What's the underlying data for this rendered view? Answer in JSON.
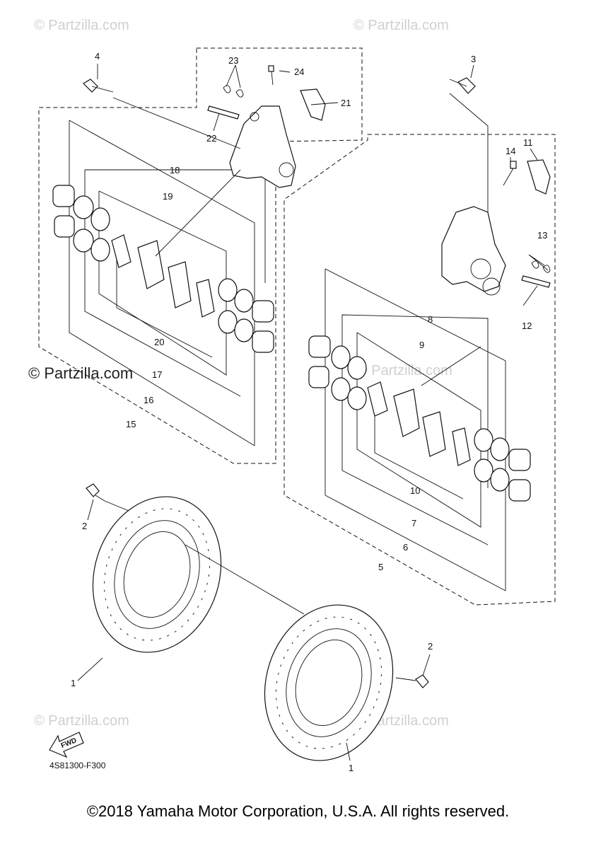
{
  "watermarks": {
    "top_left": "© Partzilla.com",
    "top_right": "© Partzilla.com",
    "middle_left": "© Partzilla.com",
    "middle_right": "© Partzilla.com",
    "bottom_left": "© Partzilla.com",
    "bottom_right": "© Partzilla.com"
  },
  "callouts": {
    "c1a": "1",
    "c1b": "1",
    "c2a": "2",
    "c2b": "2",
    "c3": "3",
    "c4": "4",
    "c5": "5",
    "c6": "6",
    "c7": "7",
    "c8": "8",
    "c9": "9",
    "c10": "10",
    "c11": "11",
    "c12": "12",
    "c13": "13",
    "c14": "14",
    "c15": "15",
    "c16": "16",
    "c17": "17",
    "c18": "18",
    "c19": "19",
    "c20": "20",
    "c21": "21",
    "c22": "22",
    "c23": "23",
    "c24": "24"
  },
  "fwd_label": "FWD",
  "diagram_code": "4S81300-F300",
  "footer": "©2018 Yamaha Motor Corporation, U.S.A. All rights reserved."
}
